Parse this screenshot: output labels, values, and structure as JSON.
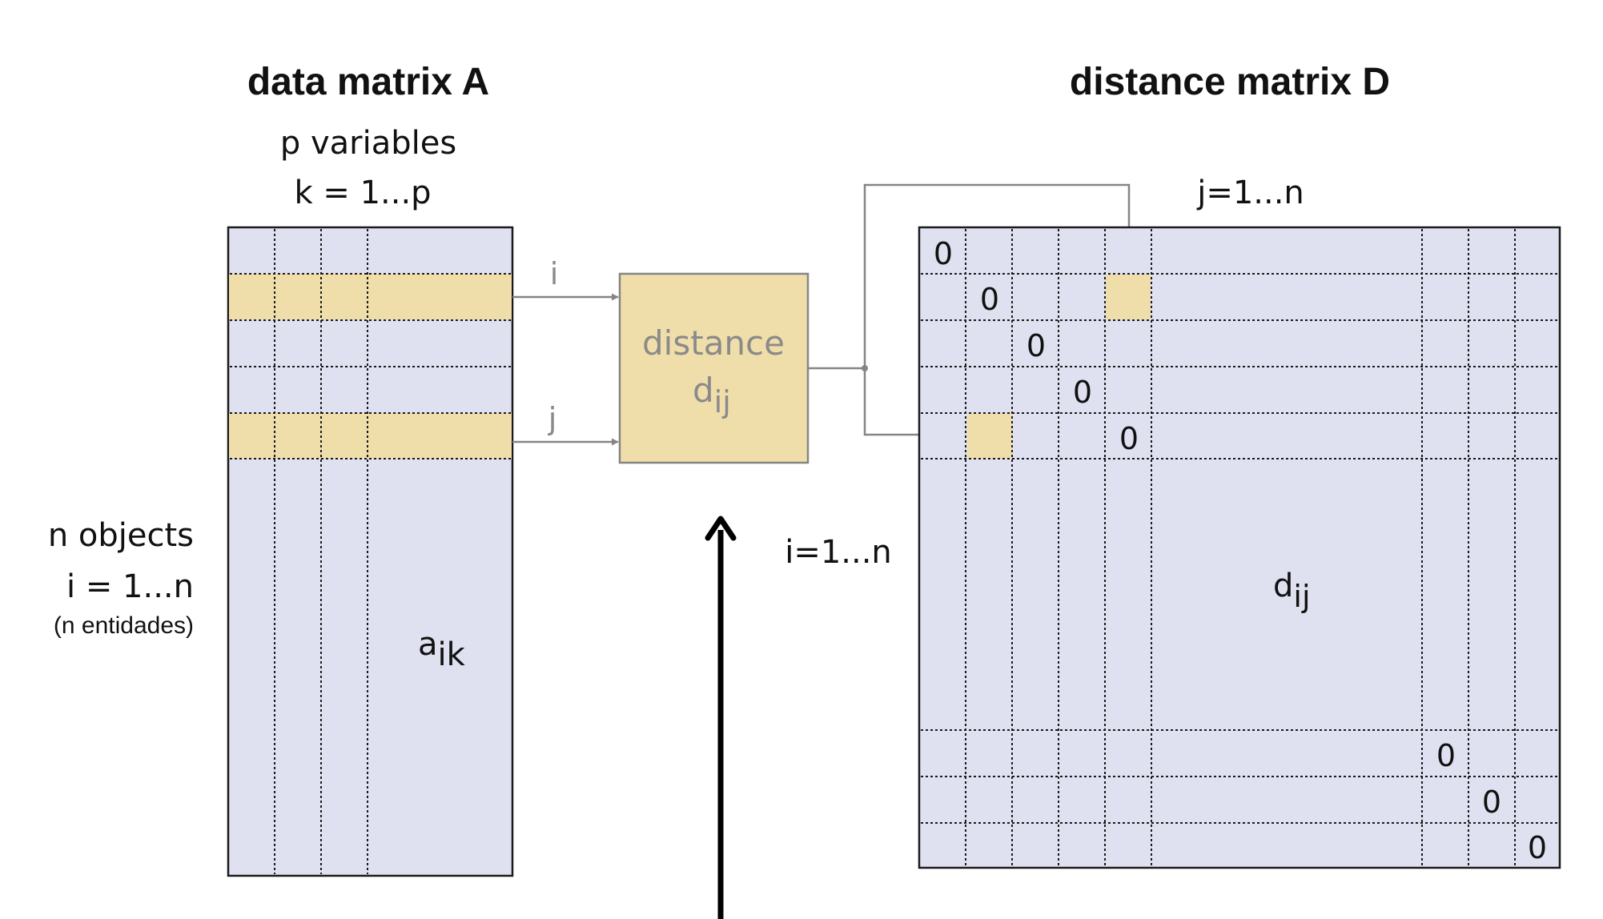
{
  "left": {
    "title": "data matrix A",
    "var_label_1": "p variables",
    "var_label_2": "k = 1...p",
    "obj_label_1": "n objects",
    "obj_label_2": "i = 1...n",
    "obj_label_3": "(n entidades)",
    "cell_base": "a",
    "cell_sub": "ik"
  },
  "middle": {
    "input_i": "i",
    "input_j": "j",
    "box_label": "distance",
    "box_sym_base": "d",
    "box_sym_sub": "ij"
  },
  "right": {
    "title": "distance matrix D",
    "col_label": "j=1...n",
    "row_label": "i=1...n",
    "cell_base": "d",
    "cell_sub": "ij",
    "diagonal_value": "0"
  },
  "colors": {
    "matrix_fill": "#dfe1f0",
    "highlight_fill": "#f0deaa",
    "connector": "#858585"
  }
}
